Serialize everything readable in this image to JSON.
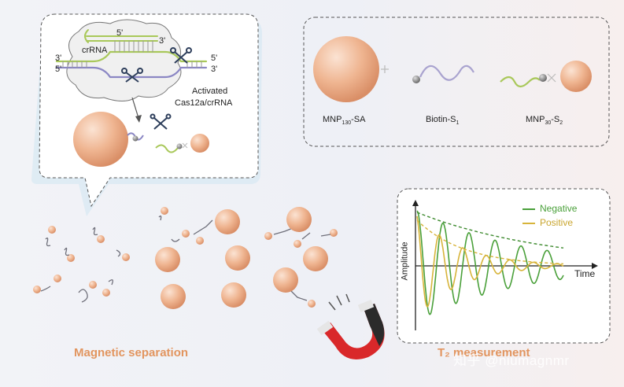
{
  "crispr_panel": {
    "crrna": "crRNA",
    "five_prime": "5'",
    "three_prime": "3'",
    "activated_line1": "Activated",
    "activated_line2": "Cas12a/crRNA"
  },
  "reagents": {
    "mnp130": {
      "main": "MNP",
      "sub": "130",
      "suffix": "-SA"
    },
    "biotin": {
      "main": "Biotin-S",
      "sub": "1"
    },
    "mnp30": {
      "main": "MNP",
      "sub": "30",
      "suffix": "-S",
      "sub2": "2"
    }
  },
  "chart_data": {
    "type": "line",
    "xlabel": "Time",
    "ylabel": "Amplitude",
    "legend_position": "top-right",
    "series": [
      {
        "name": "Negative",
        "color": "#4aa03a"
      },
      {
        "name": "Positive",
        "color": "#d7b43a"
      }
    ]
  },
  "captions": {
    "magnetic_separation": "Magnetic separation",
    "measurement": "T₂ measurement"
  },
  "watermark": "知乎 @niumagnmr",
  "colors": {
    "particle": "#eeb08e",
    "accent_text": "#e2955f",
    "negative": "#4aa03a",
    "positive": "#d7b43a",
    "magnet_red": "#d9282a",
    "magnet_black": "#2b2b2b"
  }
}
